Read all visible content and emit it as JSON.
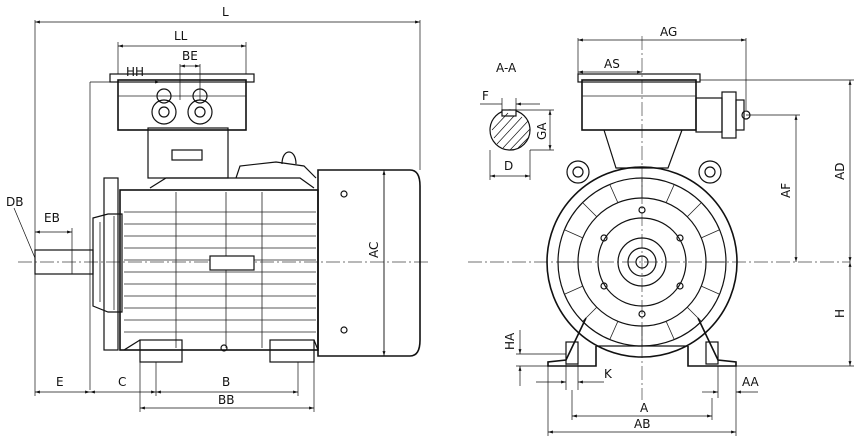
{
  "view_labels": {
    "section": "A-A"
  },
  "dimensions": {
    "L": "L",
    "LL": "LL",
    "BE": "BE",
    "HH": "HH",
    "DB": "DB",
    "EB": "EB",
    "AC": "AC",
    "E": "E",
    "C": "C",
    "B": "B",
    "BB": "BB",
    "AG": "AG",
    "AS": "AS",
    "F": "F",
    "GA": "GA",
    "D": "D",
    "AF": "AF",
    "AD": "AD",
    "H": "H",
    "HA": "HA",
    "K": "K",
    "AA": "AA",
    "A": "A",
    "AB": "AB"
  }
}
